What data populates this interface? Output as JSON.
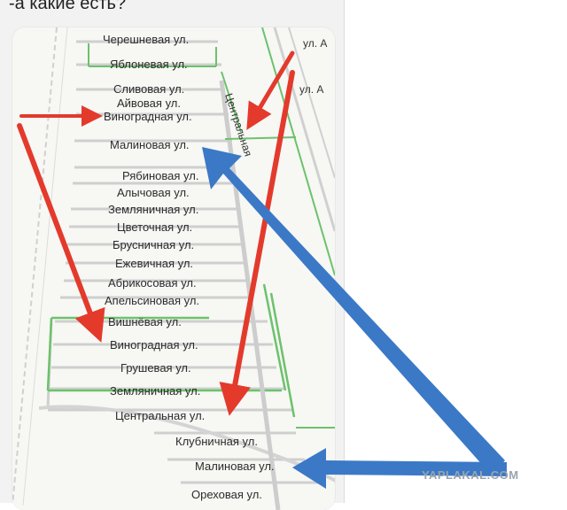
{
  "post": {
    "heading": "-а какие есть?"
  },
  "map": {
    "streets_left": [
      "Черешневая ул.",
      "Яблоневая ул.",
      "Сливовая ул.",
      "Айвовая ул.",
      "Виноградная ул.",
      "Малиновая ул.",
      "Рябиновая ул.",
      "Алычовая ул.",
      "Земляничная ул.",
      "Цветочная ул.",
      "Брусничная ул.",
      "Ежевичная ул.",
      "Абрикосовая ул.",
      "Апельсиновая ул.",
      "Вишнёвая ул.",
      "Виноградная ул.",
      "Грушевая ул.",
      "Земляничная ул.",
      "Центральная ул.",
      "Клубничная ул.",
      "Малиновая ул.",
      "Ореховая ул."
    ],
    "central_road": "Центральная",
    "right_road_1": "ул. А",
    "right_road_2": "ул. А",
    "colors": {
      "street_green": "#6cc26c",
      "road_grey": "#c8c8c8",
      "arrow_red": "#e33a2c",
      "arrow_blue": "#3b79c7"
    }
  },
  "watermark": "YAPLAKAL.COM"
}
